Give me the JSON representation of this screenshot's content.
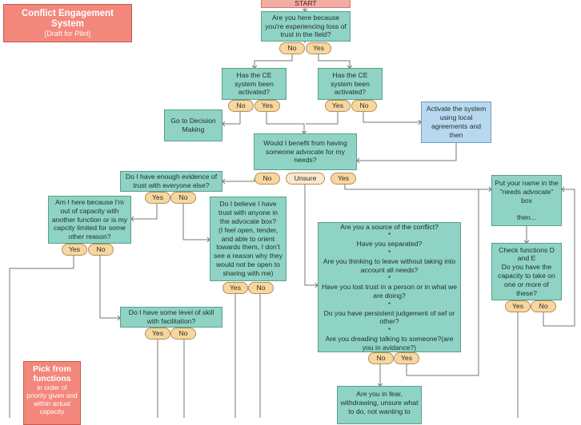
{
  "title": {
    "main": "Conflict Engagement System",
    "sub": "[Draft for Pilot]"
  },
  "start": "START",
  "nodes": {
    "q_loss_of_trust": "Are you here because you're experiencing loss of trust in the field?",
    "q_activated_left": "Has the CE system been activated?",
    "q_activated_right": "Has the CE system been activated?",
    "go_decision_making": "Go to Decision Making",
    "activate_system": "Activate the system using local agreements and then",
    "q_benefit_advocate": "Would I benefit from having someone advocate for my needs?",
    "q_enough_evidence": "Do I have enough evidence of trust with everyone else?",
    "q_out_of_capacity": "Am I here because I'm out of capacity with another function or is my capcity limited for some other reason?",
    "q_believe_trust": "Do I believe I have trust with anyone in the advocate box?\n(I feel open, tender, and able to orient towards them, I don't see a reason why they would not be open to sharing with me)",
    "q_skill_facilitation": "Do I have some level of skill with facilitation?",
    "q_source_conflict": "Are you a source of the conflict?\n*\nHave you separated?\n*\nAre you thinking to leave without taking into account all needs?\n*\nHave you lost trust in a person or in what we are doing?\n*\nDo you have persistent judgement of sef or other?\n*\nAre you dreading talking to someone?(are you in avidance?)",
    "put_name_advocate": "Put your name in the \"needs advocate\" box\n\nthen...",
    "check_functions": "Check functions D and E\nDo you have the capacity to take on one or more of these?",
    "are_you_in_fear": "Are you in fear, withdrawing, unsure what to do, not wanting to"
  },
  "pick": {
    "title": "Pick from functions",
    "sub": "in order of priority given and within actual capacity"
  },
  "pills": {
    "loss_no": "No",
    "loss_yes": "Yes",
    "actl_no": "No",
    "actl_yes": "Yes",
    "actr_yes": "Yes",
    "actr_no": "No",
    "ben_no": "No",
    "ben_unsure": "Unsure",
    "ben_yes": "Yes",
    "evi_yes": "Yes",
    "evi_no": "No",
    "cap_yes": "Yes",
    "cap_no": "No",
    "bel_yes": "Yes",
    "bel_no": "No",
    "skill_yes": "Yes",
    "skill_no": "No",
    "src_no": "No",
    "src_yes": "Yes",
    "chk_yes": "Yes",
    "chk_no": "No"
  },
  "colors": {
    "question_box": "#8fd3c4",
    "action_box": "#b7d8ef",
    "title_box": "#f3877c",
    "answer_pill": "#f8d6a0",
    "connector": "#777777"
  }
}
